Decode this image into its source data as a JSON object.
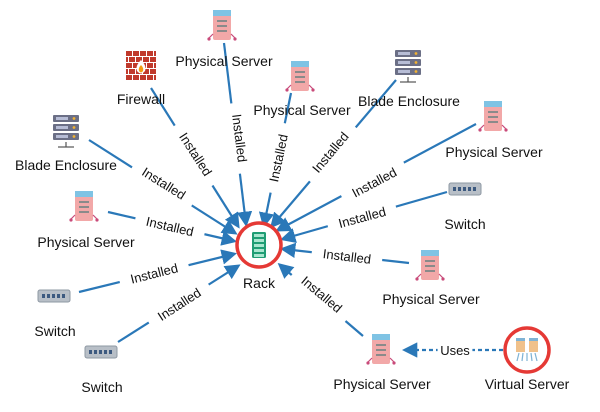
{
  "colors": {
    "edge": "#2a78b8",
    "highlight": "#e53935",
    "server_body": "#f2a8a8",
    "server_top": "#7fc3e4",
    "server_stripe": "#8a8a8a",
    "firewall": "#c0392b",
    "switch": "#b8bfc7",
    "rack": "#1f9d74"
  },
  "nodes": [
    {
      "id": "rack",
      "label": "Rack",
      "icon": "rack-icon",
      "highlight": true
    },
    {
      "id": "ps-top",
      "label": "Physical Server",
      "icon": "server-icon"
    },
    {
      "id": "firewall",
      "label": "Firewall",
      "icon": "firewall-icon"
    },
    {
      "id": "ps-mid",
      "label": "Physical Server",
      "icon": "server-icon"
    },
    {
      "id": "blade-right",
      "label": "Blade Enclosure",
      "icon": "blade-enclosure-icon"
    },
    {
      "id": "blade-left",
      "label": "Blade Enclosure",
      "icon": "blade-enclosure-icon"
    },
    {
      "id": "ps-right",
      "label": "Physical Server",
      "icon": "server-icon"
    },
    {
      "id": "switch-right",
      "label": "Switch",
      "icon": "switch-icon"
    },
    {
      "id": "ps-left",
      "label": "Physical Server",
      "icon": "server-icon"
    },
    {
      "id": "ps-lowright",
      "label": "Physical Server",
      "icon": "server-icon"
    },
    {
      "id": "switch-left",
      "label": "Switch",
      "icon": "switch-icon"
    },
    {
      "id": "switch-bottom",
      "label": "Switch",
      "icon": "switch-icon"
    },
    {
      "id": "ps-bottom",
      "label": "Physical Server",
      "icon": "server-icon"
    },
    {
      "id": "virtual",
      "label": "Virtual Server",
      "icon": "virtual-server-icon",
      "highlight": true
    }
  ],
  "edges": [
    {
      "from": "ps-top",
      "to": "rack",
      "label": "Installed",
      "style": "solid"
    },
    {
      "from": "firewall",
      "to": "rack",
      "label": "Installed",
      "style": "solid"
    },
    {
      "from": "ps-mid",
      "to": "rack",
      "label": "Installed",
      "style": "solid"
    },
    {
      "from": "blade-right",
      "to": "rack",
      "label": "Installed",
      "style": "solid"
    },
    {
      "from": "blade-left",
      "to": "rack",
      "label": "Installed",
      "style": "solid"
    },
    {
      "from": "ps-right",
      "to": "rack",
      "label": "Installed",
      "style": "solid"
    },
    {
      "from": "switch-right",
      "to": "rack",
      "label": "Installed",
      "style": "solid"
    },
    {
      "from": "ps-left",
      "to": "rack",
      "label": "Installed",
      "style": "solid"
    },
    {
      "from": "ps-lowright",
      "to": "rack",
      "label": "Installed",
      "style": "solid"
    },
    {
      "from": "switch-left",
      "to": "rack",
      "label": "Installed",
      "style": "solid"
    },
    {
      "from": "switch-bottom",
      "to": "rack",
      "label": "Installed",
      "style": "solid"
    },
    {
      "from": "ps-bottom",
      "to": "rack",
      "label": "Installed",
      "style": "solid"
    },
    {
      "from": "virtual",
      "to": "ps-bottom",
      "label": "Uses",
      "style": "dashed"
    }
  ]
}
